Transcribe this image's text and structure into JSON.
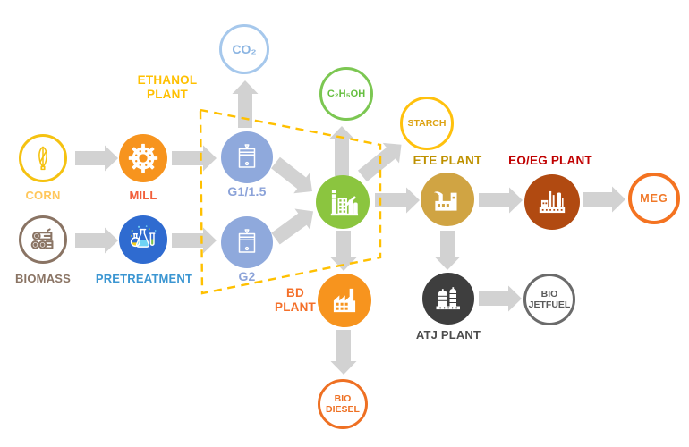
{
  "diagram": {
    "description_nodes": {
      "corn": {
        "label": "CORN"
      },
      "mill": {
        "label": "MILL"
      },
      "biomass": {
        "label": "BIOMASS"
      },
      "pretreatment": {
        "label": "PRETREATMENT"
      },
      "g1": {
        "label": "G1/1.5"
      },
      "g2": {
        "label": "G2"
      },
      "ethanol_plant": {
        "line1": "ETHANOL",
        "line2": "PLANT"
      },
      "co2": {
        "label": "CO₂"
      },
      "c2h5oh": {
        "label": "C₂H₅OH"
      },
      "starch": {
        "label": "STARCH"
      },
      "ete_plant": {
        "label": "ETE PLANT"
      },
      "eoeg_plant": {
        "label": "EO/EG PLANT"
      },
      "meg": {
        "label": "MEG"
      },
      "bd_plant": {
        "line1": "BD",
        "line2": "PLANT"
      },
      "bio_diesel": {
        "line1": "BIO",
        "line2": "DIESEL"
      },
      "atj_plant": {
        "label": "ATJ PLANT"
      },
      "bio_jetfuel": {
        "line1": "BIO",
        "line2": "JETFUEL"
      }
    },
    "edges": [
      {
        "from": "corn",
        "to": "mill"
      },
      {
        "from": "biomass",
        "to": "pretreatment"
      },
      {
        "from": "mill",
        "to": "g1"
      },
      {
        "from": "pretreatment",
        "to": "g2"
      },
      {
        "from": "g1",
        "to": "ethanol-factory"
      },
      {
        "from": "g2",
        "to": "ethanol-factory"
      },
      {
        "from": "g1",
        "to": "co2"
      },
      {
        "from": "ethanol-factory",
        "to": "c2h5oh"
      },
      {
        "from": "ethanol-factory",
        "to": "starch"
      },
      {
        "from": "ethanol-factory",
        "to": "ete_plant"
      },
      {
        "from": "ethanol-factory",
        "to": "bd_plant"
      },
      {
        "from": "bd_plant",
        "to": "bio_diesel"
      },
      {
        "from": "ete_plant",
        "to": "eoeg_plant"
      },
      {
        "from": "eoeg_plant",
        "to": "meg"
      },
      {
        "from": "ete_plant",
        "to": "atj_plant"
      },
      {
        "from": "atj_plant",
        "to": "bio_jetfuel"
      }
    ],
    "colors": {
      "arrow_gray": "#D2D2D2",
      "boundary_gold": "#FFC000",
      "corn_yellow": "#F5C211",
      "corn_label": "#FFC75C",
      "mill_orange": "#F7941E",
      "mill_label": "#F2603C",
      "biomass_brown": "#8A7464",
      "pretreatment_blue": "#2F6BD0",
      "pretreatment_label": "#3B96D2",
      "fermenter_periwinkle": "#8FA9DC",
      "ethanol_green": "#8BC53F",
      "c2h5oh_green": "#7CC752",
      "co2_blue": "#A6C8EC",
      "starch_gold": "#FFC10D",
      "ete_gold": "#D0A443",
      "ete_label": "#BE9100",
      "eoeg_rust": "#B14A11",
      "eoeg_label": "#C00000",
      "meg_orange": "#F47321",
      "bd_orange": "#F7941E",
      "bd_label": "#F4702A",
      "atj_dark": "#3E3E3E",
      "jetfuel_gray": "#6B6B6B"
    }
  }
}
